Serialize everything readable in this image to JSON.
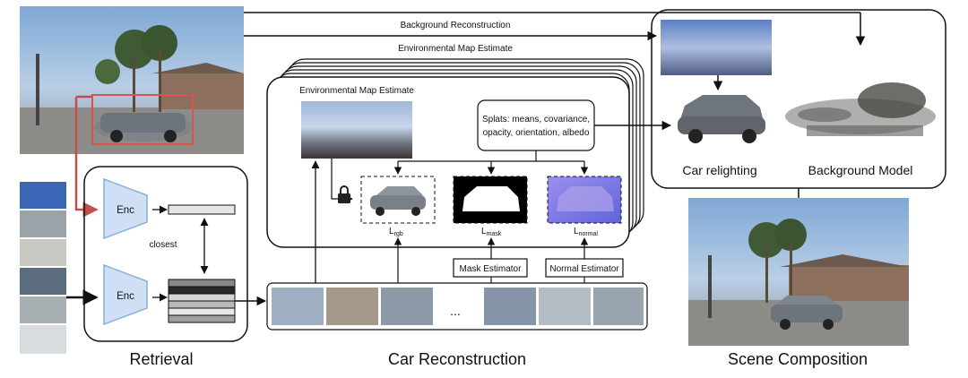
{
  "labels": {
    "background_reconstruction": "Background Reconstruction",
    "env_map_estimate_top": "Environmental Map Estimate",
    "env_map_estimate_inner": "Environmental Map Estimate",
    "splats_line1": "Splats: means, covariance,",
    "splats_line2": "opacity, orientation, albedo",
    "l_rgb": "L",
    "l_rgb_sub": "rgb",
    "l_mask": "L",
    "l_mask_sub": "mask",
    "l_normal": "L",
    "l_normal_sub": "normal",
    "mask_estimator": "Mask Estimator",
    "normal_estimator": "Normal Estimator",
    "enc_top": "Enc",
    "enc_bottom": "Enc",
    "closest": "closest",
    "ellipsis": "...",
    "car_relighting": "Car relighting",
    "background_model": "Background Model",
    "retrieval": "Retrieval",
    "car_reconstruction": "Car Reconstruction",
    "scene_composition": "Scene Composition"
  },
  "colors": {
    "encoder_fill": "#cfe0f5",
    "encoder_stroke": "#8aaed6",
    "retrieval_arrow": "#c0504d",
    "detection_box": "#d9534f",
    "normal_map": "#7b79e0"
  }
}
